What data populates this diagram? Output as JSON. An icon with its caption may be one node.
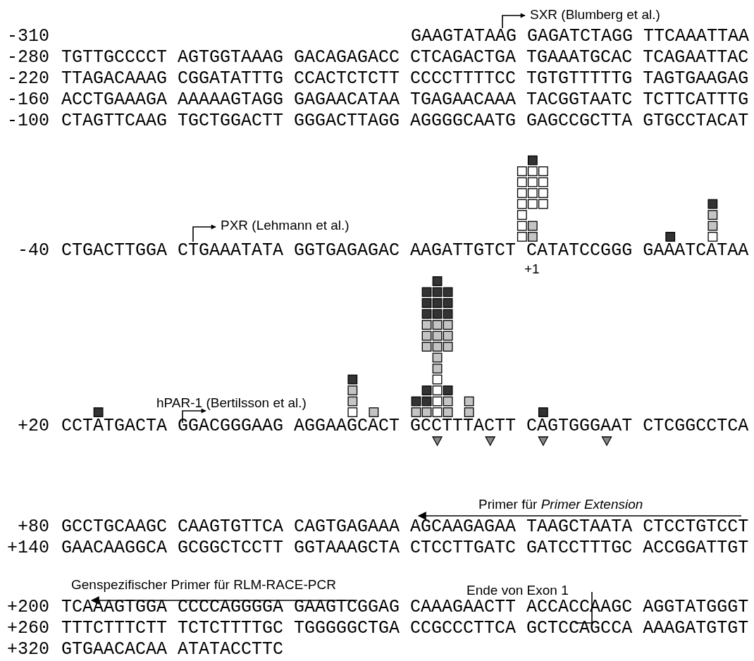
{
  "diagram": {
    "labels": [
      "SXR (Blumberg et al.)",
      "-310",
      "GAAGTATAAG GAGATCTAGG TTCAAATTAA",
      "-280",
      "TGTTGCCCCT AGTGGTAAAG GACAGAGACC CTCAGACTGA TGAAATGCAC TCAGAATTAC",
      "-220",
      "TTAGACAAAG CGGATATTTG CCACTCTCTT CCCCTTTTCC TGTGTTTTTG TAGTGAAGAG",
      "-160",
      "ACCTGAAAGA AAAAAGTAGG GAGAACATAA TGAGAACAAA TACGGTAATC TCTTCATTTG",
      "-100",
      "CTAGTTCAAG TGCTGGACTT GGGACTTAGG AGGGGCAATG GAGCCGCTTA GTGCCTACAT",
      "PXR (Lehmann et al.)",
      "-40",
      "CTGACTTGGA CTGAAATATA GGTGAGAGAC AAGATTGTCT CATATCCGGG GAAATCATAA",
      "+1",
      "hPAR-1 (Bertilsson et al.)",
      "+20",
      "CCTATGACTA GGACGGGAAG AGGAAGCACT GCCTTTACTT CAGTGGGAAT CTCGGCCTCA",
      "Primer für *Primer Extension*",
      "+80",
      "GCCTGCAAGC CAAGTGTTCA CAGTGAGAAA AGCAAGAGAA TAAGCTAATA CTCCTGTCCT",
      "+140",
      "GAACAAGGCA GCGGCTCCTT GGTAAAGCTA CTCCTTGATC GATCCTTTGC ACCGGATTGT",
      "Genspezifischer Primer für RLM-RACE-PCR",
      "Ende von Exon 1",
      "+200",
      "TCAAAGTGGA CCCCAGGGGA GAAGTCGGAG CAAAGAACTT ACCACCAAGC AGGTATGGGT",
      "+260",
      "TTTCTTTCTT TCTCTTTTGC TGGGGGCTGA CCGCCCTTCA GCTCCAGCCA AAAGATGTGT",
      "+320",
      "GTGAACACAA ATATACCTTC"
    ]
  }
}
